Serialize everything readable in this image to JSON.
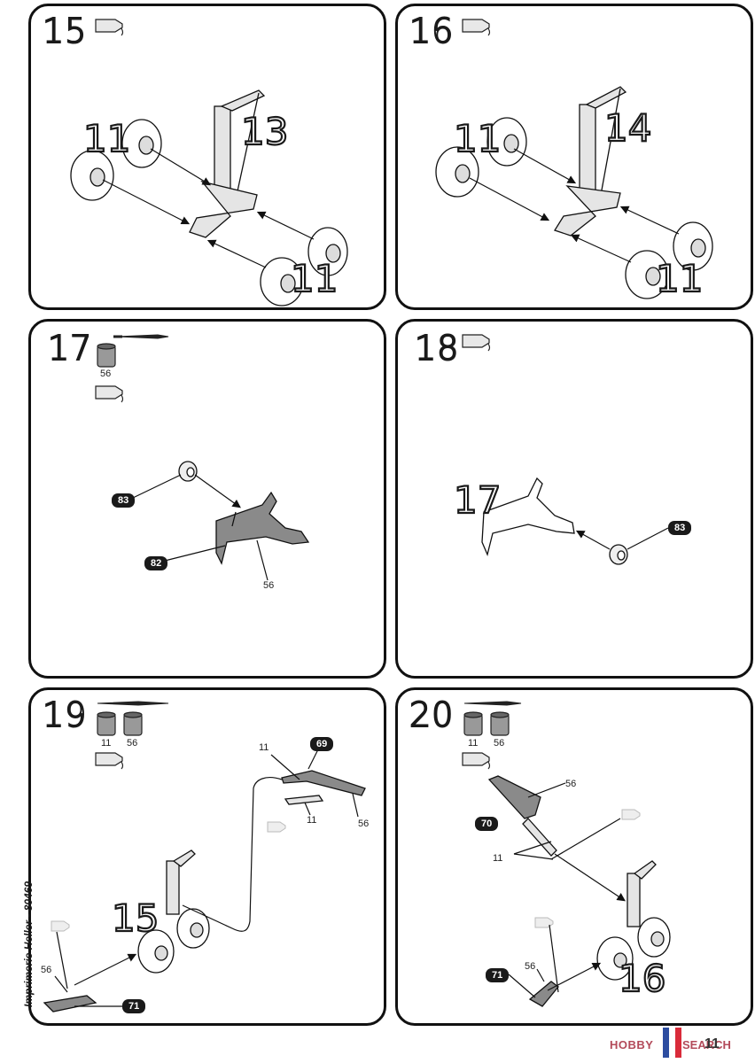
{
  "side_text": "Imprimerie Heller - 80469",
  "footer": {
    "brand_left": "HOBBY",
    "brand_right": "SEARCH",
    "page_number": "11"
  },
  "steps": [
    {
      "number": "15",
      "parts": [
        "11",
        "13",
        "11"
      ]
    },
    {
      "number": "16",
      "parts": [
        "11",
        "14",
        "11"
      ]
    },
    {
      "number": "17",
      "paint_code": "56",
      "tags": [
        "83",
        "82"
      ],
      "label": "56"
    },
    {
      "number": "18",
      "subassembly": "17",
      "tags": [
        "83"
      ]
    },
    {
      "number": "19",
      "paint_codes": [
        "11",
        "56"
      ],
      "tags": [
        "69",
        "71"
      ],
      "labels": [
        "11",
        "11",
        "56",
        "56"
      ],
      "subassembly": "15"
    },
    {
      "number": "20",
      "paint_codes": [
        "11",
        "56"
      ],
      "tags": [
        "70",
        "71"
      ],
      "labels": [
        "56",
        "11",
        "56"
      ],
      "subassembly": "16"
    }
  ],
  "colors": {
    "outline": "#111111",
    "part_fill": "#8a8a8a",
    "light_fill": "#d9d9d9",
    "brand": "#b34a5a"
  }
}
